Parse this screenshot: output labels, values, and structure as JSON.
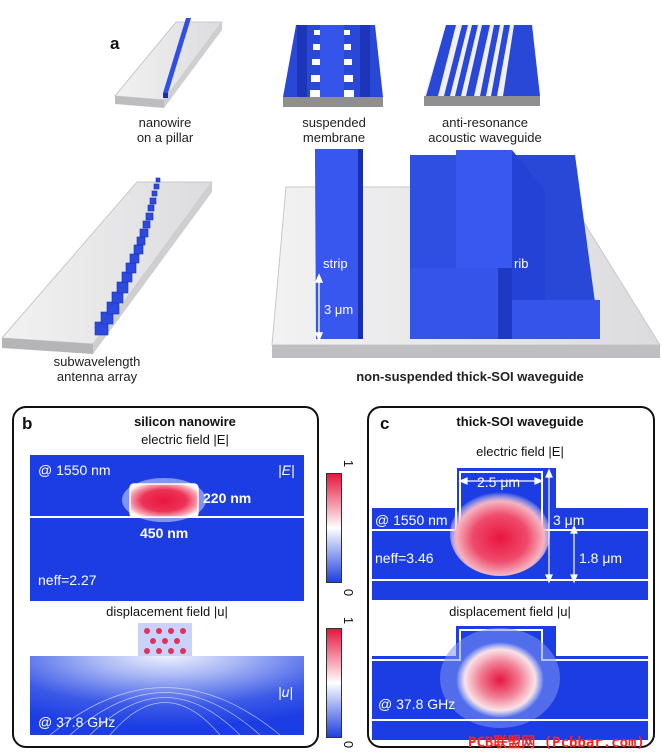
{
  "panel_a": {
    "letter": "a",
    "structures": {
      "nanowire": "nanowire\non a pillar",
      "membrane": "suspended\nmembrane",
      "antires": "anti-resonance\nacoustic waveguide",
      "subwave": "subwavelength\nantenna array",
      "thick_soi": "non-suspended thick-SOI waveguide"
    },
    "strip_label": "strip",
    "rib_label": "rib",
    "height_label": "3 μm"
  },
  "panel_b": {
    "letter": "b",
    "title": "silicon nanowire",
    "electric_title": "electric field |E|",
    "electric_corner": "|E|",
    "wavelength": "@ 1550 nm",
    "height": "220 nm",
    "width": "450 nm",
    "neff": "neff=2.27",
    "displacement_title": "displacement field |u|",
    "displacement_corner": "|u|",
    "frequency": "@ 37.8 GHz"
  },
  "colorbar": {
    "max_label": "1",
    "min_label": "0",
    "colors": [
      "#e8163f",
      "#ffffff",
      "#1f3fe0"
    ]
  },
  "panel_c": {
    "letter": "c",
    "title": "thick-SOI waveguide",
    "electric_title": "electric field |E|",
    "width": "2.5 μm",
    "wavelength": "@ 1550 nm",
    "height": "3 μm",
    "slab": "1.8 μm",
    "neff": "neff=3.46",
    "displacement_title": "displacement field |u|",
    "frequency": "@ 37.8 GHz"
  },
  "colors": {
    "field_blue": "#1c3de4",
    "hot": "#e8163f",
    "struct_blue": "#2442d6",
    "substrate": "#d8d8da"
  },
  "watermark": "PCB联盟网 (Pcbbar.com)"
}
